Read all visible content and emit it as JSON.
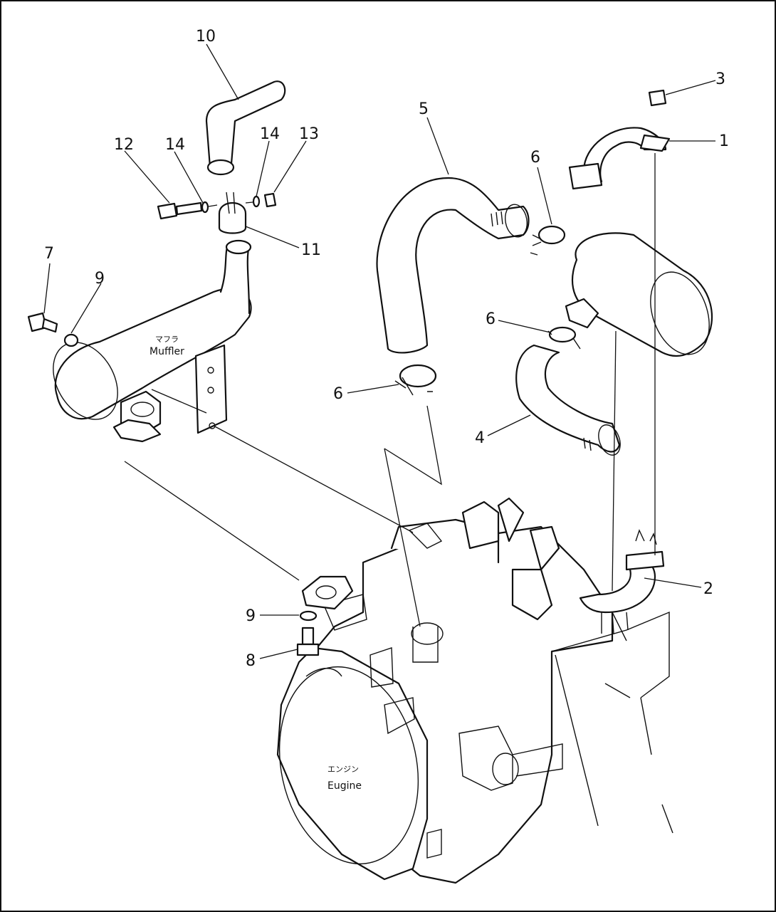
{
  "callouts": {
    "c1": "1",
    "c2": "2",
    "c3": "3",
    "c4": "4",
    "c5": "5",
    "c6a": "6",
    "c6b": "6",
    "c6c": "6",
    "c7": "7",
    "c8": "8",
    "c9a": "9",
    "c9b": "9",
    "c10": "10",
    "c11": "11",
    "c12": "12",
    "c13": "13",
    "c14a": "14",
    "c14b": "14"
  },
  "labels": {
    "muffler_jp": "マフラ",
    "muffler_en": "Muffler",
    "engine_jp": "エンジン",
    "engine_en": "Eugine"
  }
}
